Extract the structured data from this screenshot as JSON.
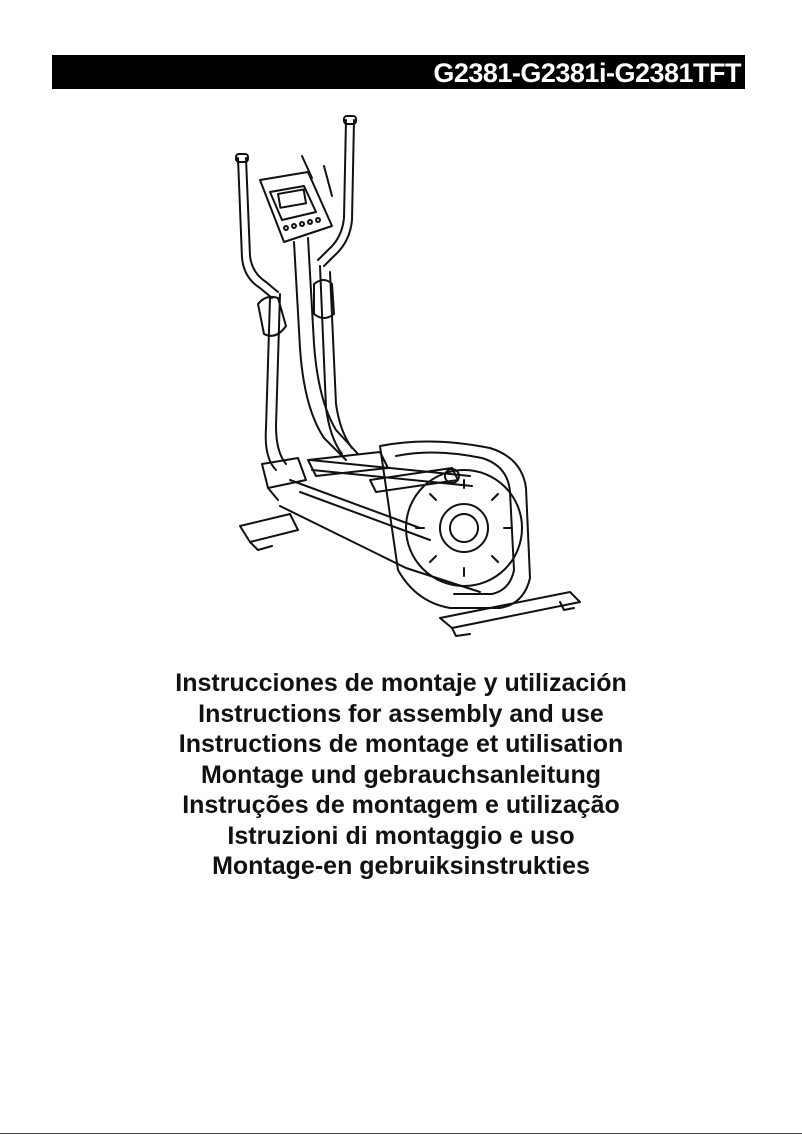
{
  "header": {
    "model_numbers": "G2381-G2381i-G2381TFT"
  },
  "illustration": {
    "subject": "elliptical-trainer-drawing"
  },
  "titles": [
    "Instrucciones de montaje y utilización",
    "Instructions for assembly and use",
    "Instructions de montage et utilisation",
    "Montage und gebrauchsanleitung",
    "Instruções de montagem e utilização",
    "Istruzioni di montaggio e uso",
    "Montage-en gebruiksinstrukties"
  ],
  "colors": {
    "header_bar": "#000000",
    "header_text": "#ffffff",
    "body_text": "#111111"
  }
}
